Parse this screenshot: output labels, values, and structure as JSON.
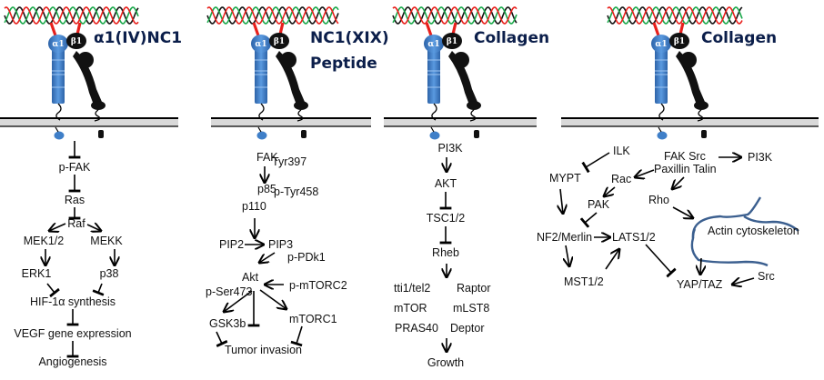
{
  "panels": [
    {
      "title": "α1(IV)NC1",
      "receptor": {
        "alpha_label": "α1",
        "beta_label": "β1"
      },
      "nodes": {
        "pfak": "p-FAK",
        "ras": "Ras",
        "raf": "Raf",
        "mek12": "MEK1/2",
        "mekk": "MEKK",
        "erk1": "ERK1",
        "p38": "p38",
        "hif": "HIF-1α synthesis",
        "vegf": "VEGF gene expression",
        "angio": "Angiogenesis"
      }
    },
    {
      "title": "NC1(XIX)",
      "title2": "Peptide",
      "receptor": {
        "alpha_label": "α1",
        "beta_label": "β1"
      },
      "nodes": {
        "fak": "FAK",
        "tyr397": "Tyr397",
        "p85": "p85",
        "ptyr458": "p-Tyr458",
        "p110": "p110",
        "pip2": "PIP2",
        "pip3": "PIP3",
        "ppdk1": "p-PDk1",
        "akt": "Akt",
        "pser473": "p-Ser473",
        "pmtorc2": "p-mTORC2",
        "gsk3b": "GSK3b",
        "mtorc1": "mTORC1",
        "tumor": "Tumor invasion"
      }
    },
    {
      "title": "Collagen",
      "receptor": {
        "alpha_label": "α1",
        "beta_label": "β1"
      },
      "nodes": {
        "pi3k": "PI3K",
        "akt": "AKT",
        "tsc": "TSC1/2",
        "rheb": "Rheb",
        "tti1": "tti1/tel2",
        "raptor": "Raptor",
        "mtor": "mTOR",
        "mlst8": "mLST8",
        "pras40": "PRAS40",
        "deptor": "Deptor",
        "growth": "Growth"
      }
    },
    {
      "title": "Collagen",
      "receptor": {
        "alpha_label": "α1",
        "beta_label": "β1"
      },
      "nodes": {
        "ilk": "ILK",
        "faksrc": "FAK Src",
        "paxtal": "Paxillin Talin",
        "pi3k": "PI3K",
        "mypt": "MYPT",
        "rac": "Rac",
        "pak": "PAK",
        "rho": "Rho",
        "actin": "Actin cytoskeleton",
        "nf2": "NF2/Merlin",
        "lats": "LATS1/2",
        "mst": "MST1/2",
        "yaptaz": "YAP/TAZ",
        "src": "Src"
      }
    }
  ],
  "colors": {
    "helix_red": "#e8201c",
    "helix_green": "#1aa84a",
    "helix_black": "#111111",
    "alpha_blue": "#3f7fc8",
    "beta_black": "#111111",
    "membrane_gray": "#d9d9d9",
    "actin_blue": "#3b5f8f",
    "title_navy": "#0b1e4a"
  }
}
